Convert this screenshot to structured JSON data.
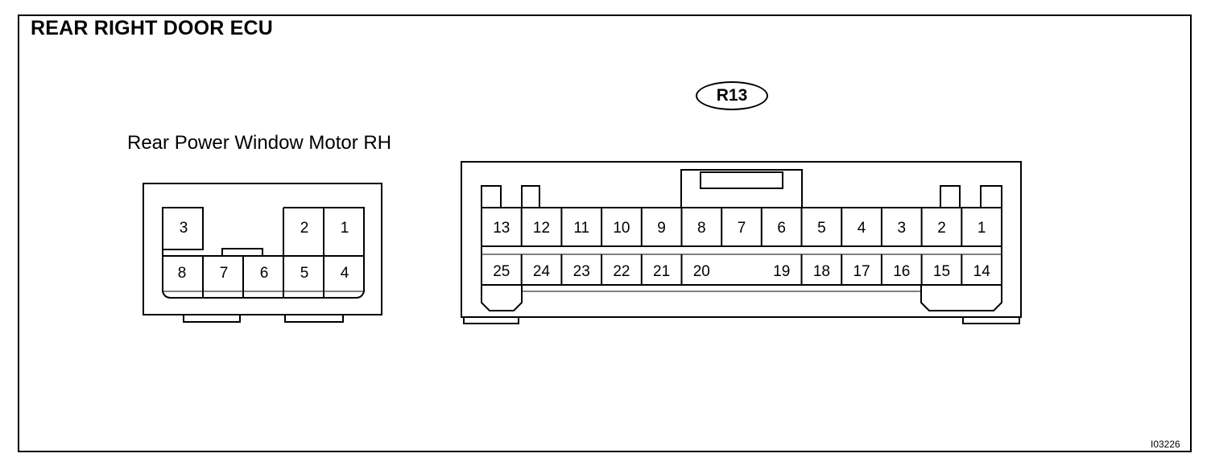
{
  "title": "REAR RIGHT DOOR ECU",
  "connector_id": "R13",
  "motor_label": "Rear Power Window Motor RH",
  "ref_code": "I03226",
  "motor_connector": {
    "top_row": [
      "3",
      "2",
      "1"
    ],
    "bottom_row": [
      "8",
      "7",
      "6",
      "5",
      "4"
    ]
  },
  "ecu_connector": {
    "top_row": [
      "13",
      "12",
      "11",
      "10",
      "9",
      "8",
      "7",
      "6",
      "5",
      "4",
      "3",
      "2",
      "1"
    ],
    "bottom_row": [
      "25",
      "24",
      "23",
      "22",
      "21",
      "20",
      "",
      "19",
      "18",
      "17",
      "16",
      "15",
      "14"
    ]
  }
}
